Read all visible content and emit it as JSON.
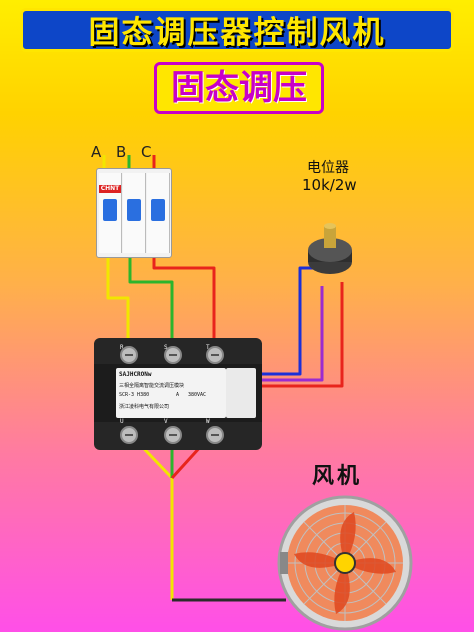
{
  "title": "固态调压器控制风机",
  "subtitle": "固态调压",
  "phases": [
    "A",
    "B",
    "C"
  ],
  "breaker": {
    "brand": "CHNT"
  },
  "potentiometer": {
    "label": "电位器",
    "rating": "10k/2w"
  },
  "fan": {
    "label": "风机"
  },
  "module": {
    "brand": "SAJHCRONw",
    "line1": "三相全隔离智能交流调压模块",
    "line2": "SCR-3 H380",
    "line2_current": "A",
    "line2_voltage": "380VAC",
    "line3": "浙江凌科电气有限公司",
    "input_labels": [
      "R",
      "S",
      "T"
    ],
    "output_labels": [
      "U",
      "V",
      "W"
    ]
  },
  "wire_colors": {
    "phase_a": "#f2e600",
    "phase_b": "#2cb52c",
    "phase_c": "#e8241c",
    "control_1": "#1b2fd8",
    "control_2": "#9b2bd0",
    "control_3": "#e8241c",
    "neutral": "#2b2b2b"
  },
  "colors": {
    "title_bg": "#0d46c8",
    "title_text": "#ffe600",
    "subtitle_text": "#c800c8"
  }
}
